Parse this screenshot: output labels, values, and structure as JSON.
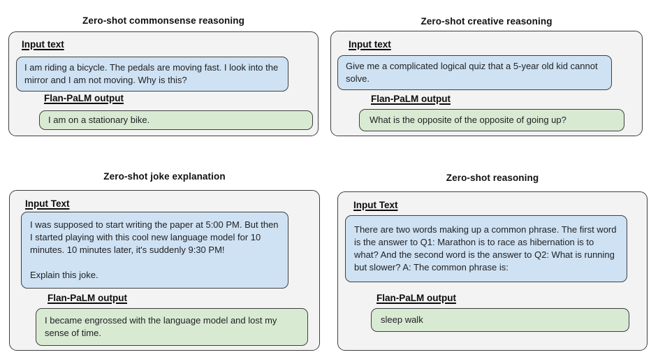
{
  "figure": {
    "colors": {
      "panel_bg": "#f3f3f3",
      "panel_border": "#3f3f3f",
      "input_bubble_bg": "#cfe2f3",
      "output_bubble_bg": "#d9ead3",
      "bubble_border": "#3c4043",
      "text": "#202124"
    },
    "panels": [
      {
        "title": "Zero-shot commonsense reasoning",
        "input_label": "Input text",
        "input_text": "I am riding a bicycle. The pedals are moving fast. I look into the mirror and I am not moving. Why is this?",
        "output_label": "Flan-PaLM output",
        "output_text": "I am on a stationary bike."
      },
      {
        "title": "Zero-shot creative reasoning",
        "input_label": "Input text",
        "input_text": "Give me a complicated logical quiz that a 5-year old kid cannot solve.",
        "output_label": "Flan-PaLM output",
        "output_text": "What is the opposite of the opposite of going up?"
      },
      {
        "title": "Zero-shot joke explanation",
        "input_label": "Input Text",
        "input_text": "I was supposed to start writing the paper at 5:00 PM. But then I started playing with this cool new language model for 10 minutes. 10 minutes later, it's suddenly 9:30 PM!\n\nExplain this joke.",
        "output_label": "Flan-PaLM output",
        "output_text": "I became engrossed with the language model and lost my sense of time."
      },
      {
        "title": "Zero-shot reasoning",
        "input_label": "Input Text",
        "input_text": "There are two words making up a common phrase. The first word is the answer to Q1: Marathon is to race as hibernation is to what? And the second word is the answer to Q2: What is running but slower? A: The common phrase is:",
        "output_label": "Flan-PaLM output",
        "output_text": "sleep walk"
      }
    ]
  }
}
